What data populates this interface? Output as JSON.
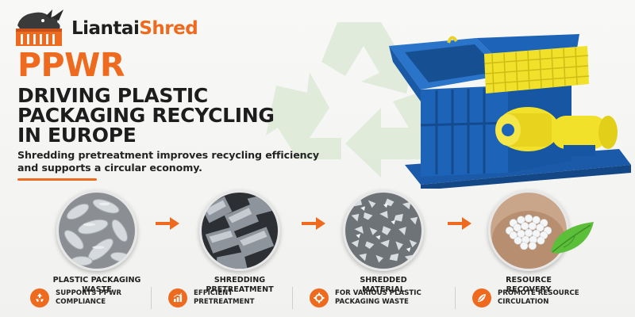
{
  "brand": {
    "name_dark": "Liantai",
    "name_accent": "Shred",
    "accent_color": "#ee6a1e",
    "dark_color": "#1f1f1f"
  },
  "headline": {
    "tag": "PPWR",
    "lines": [
      "DRIVING PLASTIC",
      "PACKAGING RECYCLING",
      "IN EUROPE"
    ]
  },
  "subtitle": {
    "lines": [
      "Shredding pretreatment improves recycling efficiency",
      "and supports a circular economy."
    ]
  },
  "machine": {
    "body_color": "#1d63b8",
    "guard_color": "#f2e12a",
    "icon": "single-shaft-shredder"
  },
  "process": [
    {
      "icon": "plastic-bottles-image",
      "lines": [
        "PLASTIC PACKAGING",
        "WASTE"
      ]
    },
    {
      "icon": "shredder-blades-image",
      "lines": [
        "SHREDDING",
        "PRETREATMENT"
      ]
    },
    {
      "icon": "shredded-flakes-image",
      "lines": [
        "SHREDDED",
        "MATERIAL"
      ]
    },
    {
      "icon": "plastic-pellets-image",
      "lines": [
        "RESOURCE",
        "RECOVERY"
      ]
    }
  ],
  "features": [
    {
      "icon": "recycle-icon",
      "lines": [
        "SUPPORTS PPWR",
        "COMPLIANCE"
      ]
    },
    {
      "icon": "chart-icon",
      "lines": [
        "EFFICIENT",
        "PRETREATMENT"
      ]
    },
    {
      "icon": "gear-icon",
      "lines": [
        "FOR VARIOUS PLASTIC",
        "PACKAGING WASTE"
      ]
    },
    {
      "icon": "leaf-icon",
      "lines": [
        "PROMOTE RESOURCE",
        "CIRCULATION"
      ]
    }
  ]
}
